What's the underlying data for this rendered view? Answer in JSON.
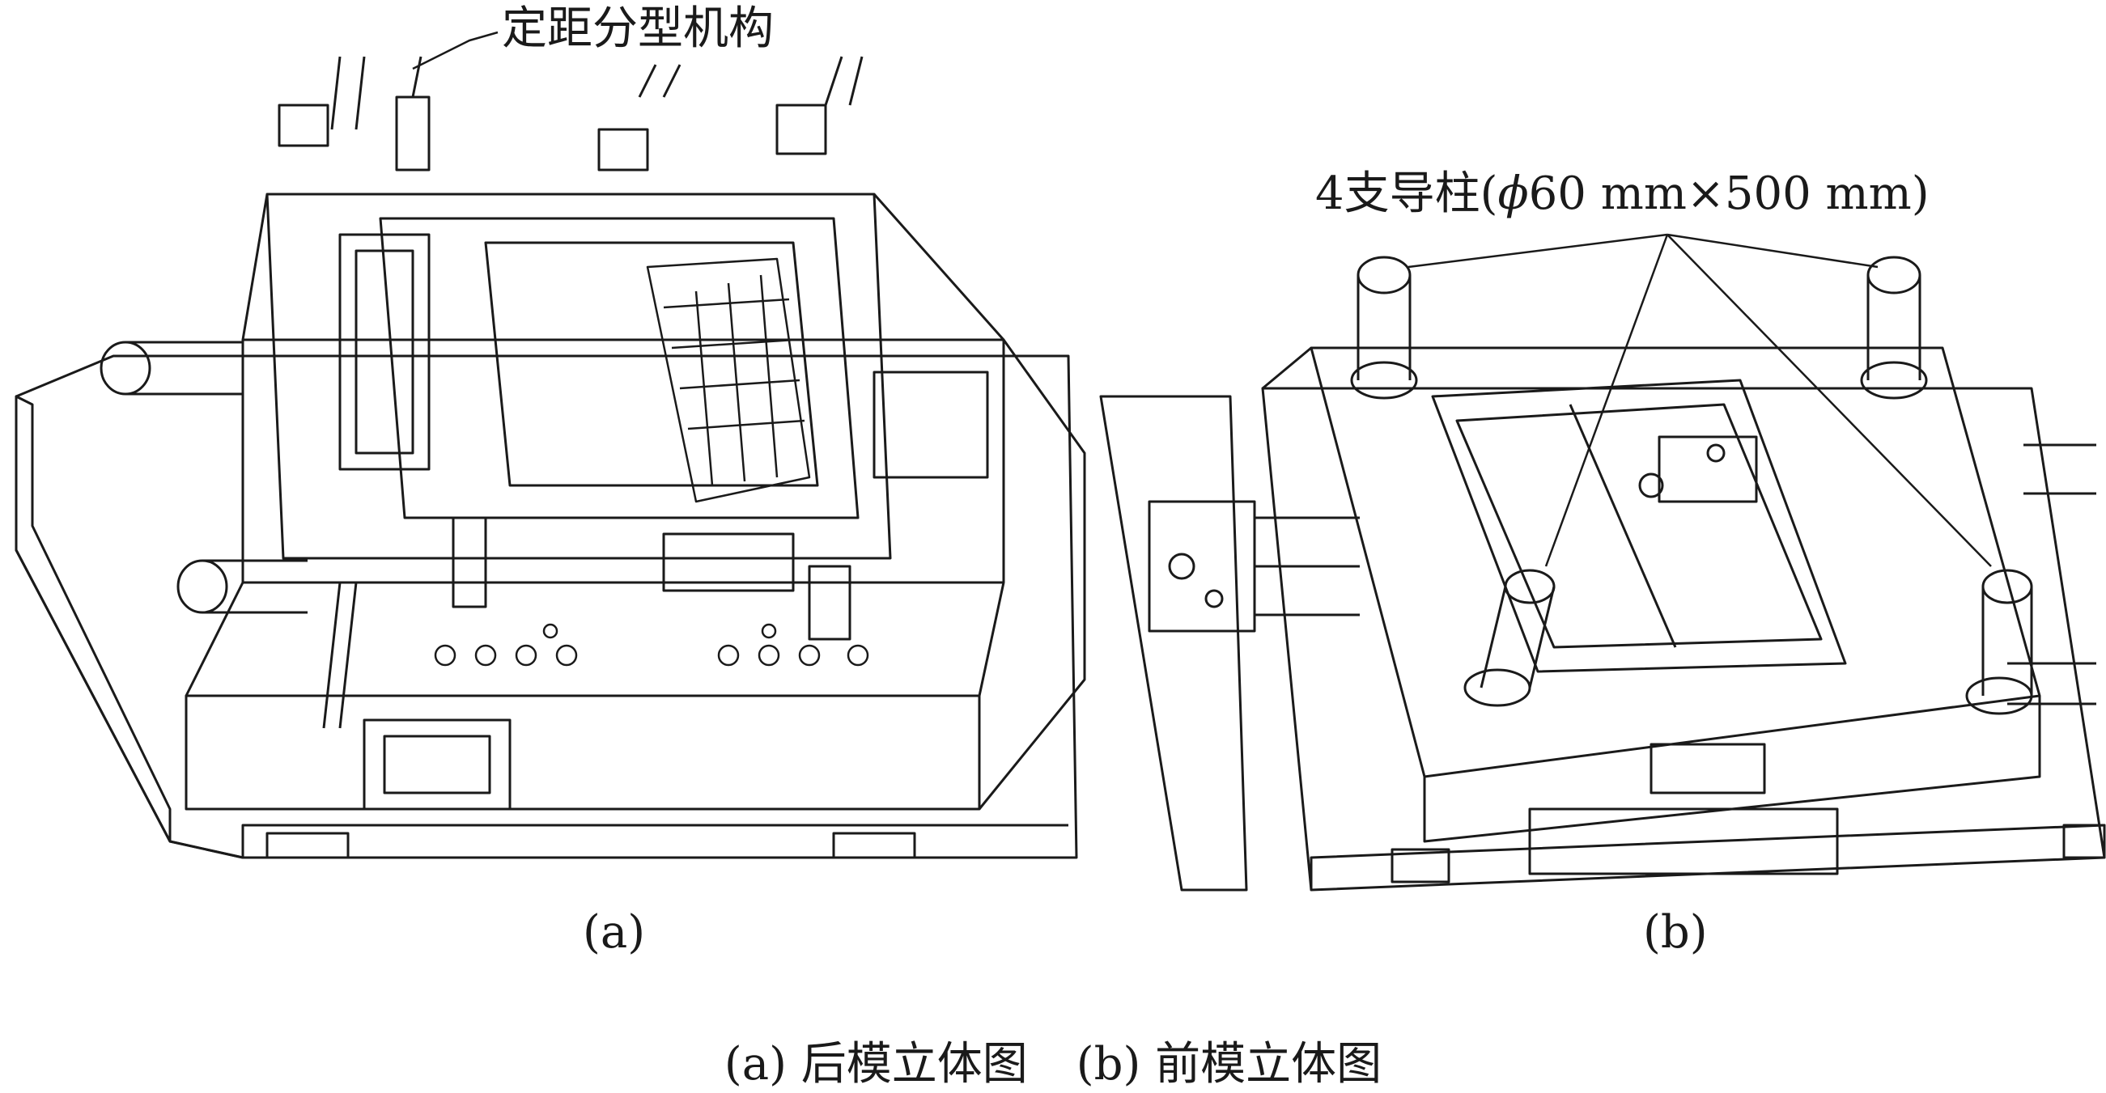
{
  "figure": {
    "callout_a": "定距分型机构",
    "callout_b_prefix": "4支导柱(",
    "callout_b_symbol": "ϕ",
    "callout_b_rest": "60 mm×500 mm)",
    "panel_a_label": "(a)",
    "panel_b_label": "(b)",
    "caption_a": "(a) 后模立体图",
    "caption_b": "(b) 前模立体图"
  }
}
